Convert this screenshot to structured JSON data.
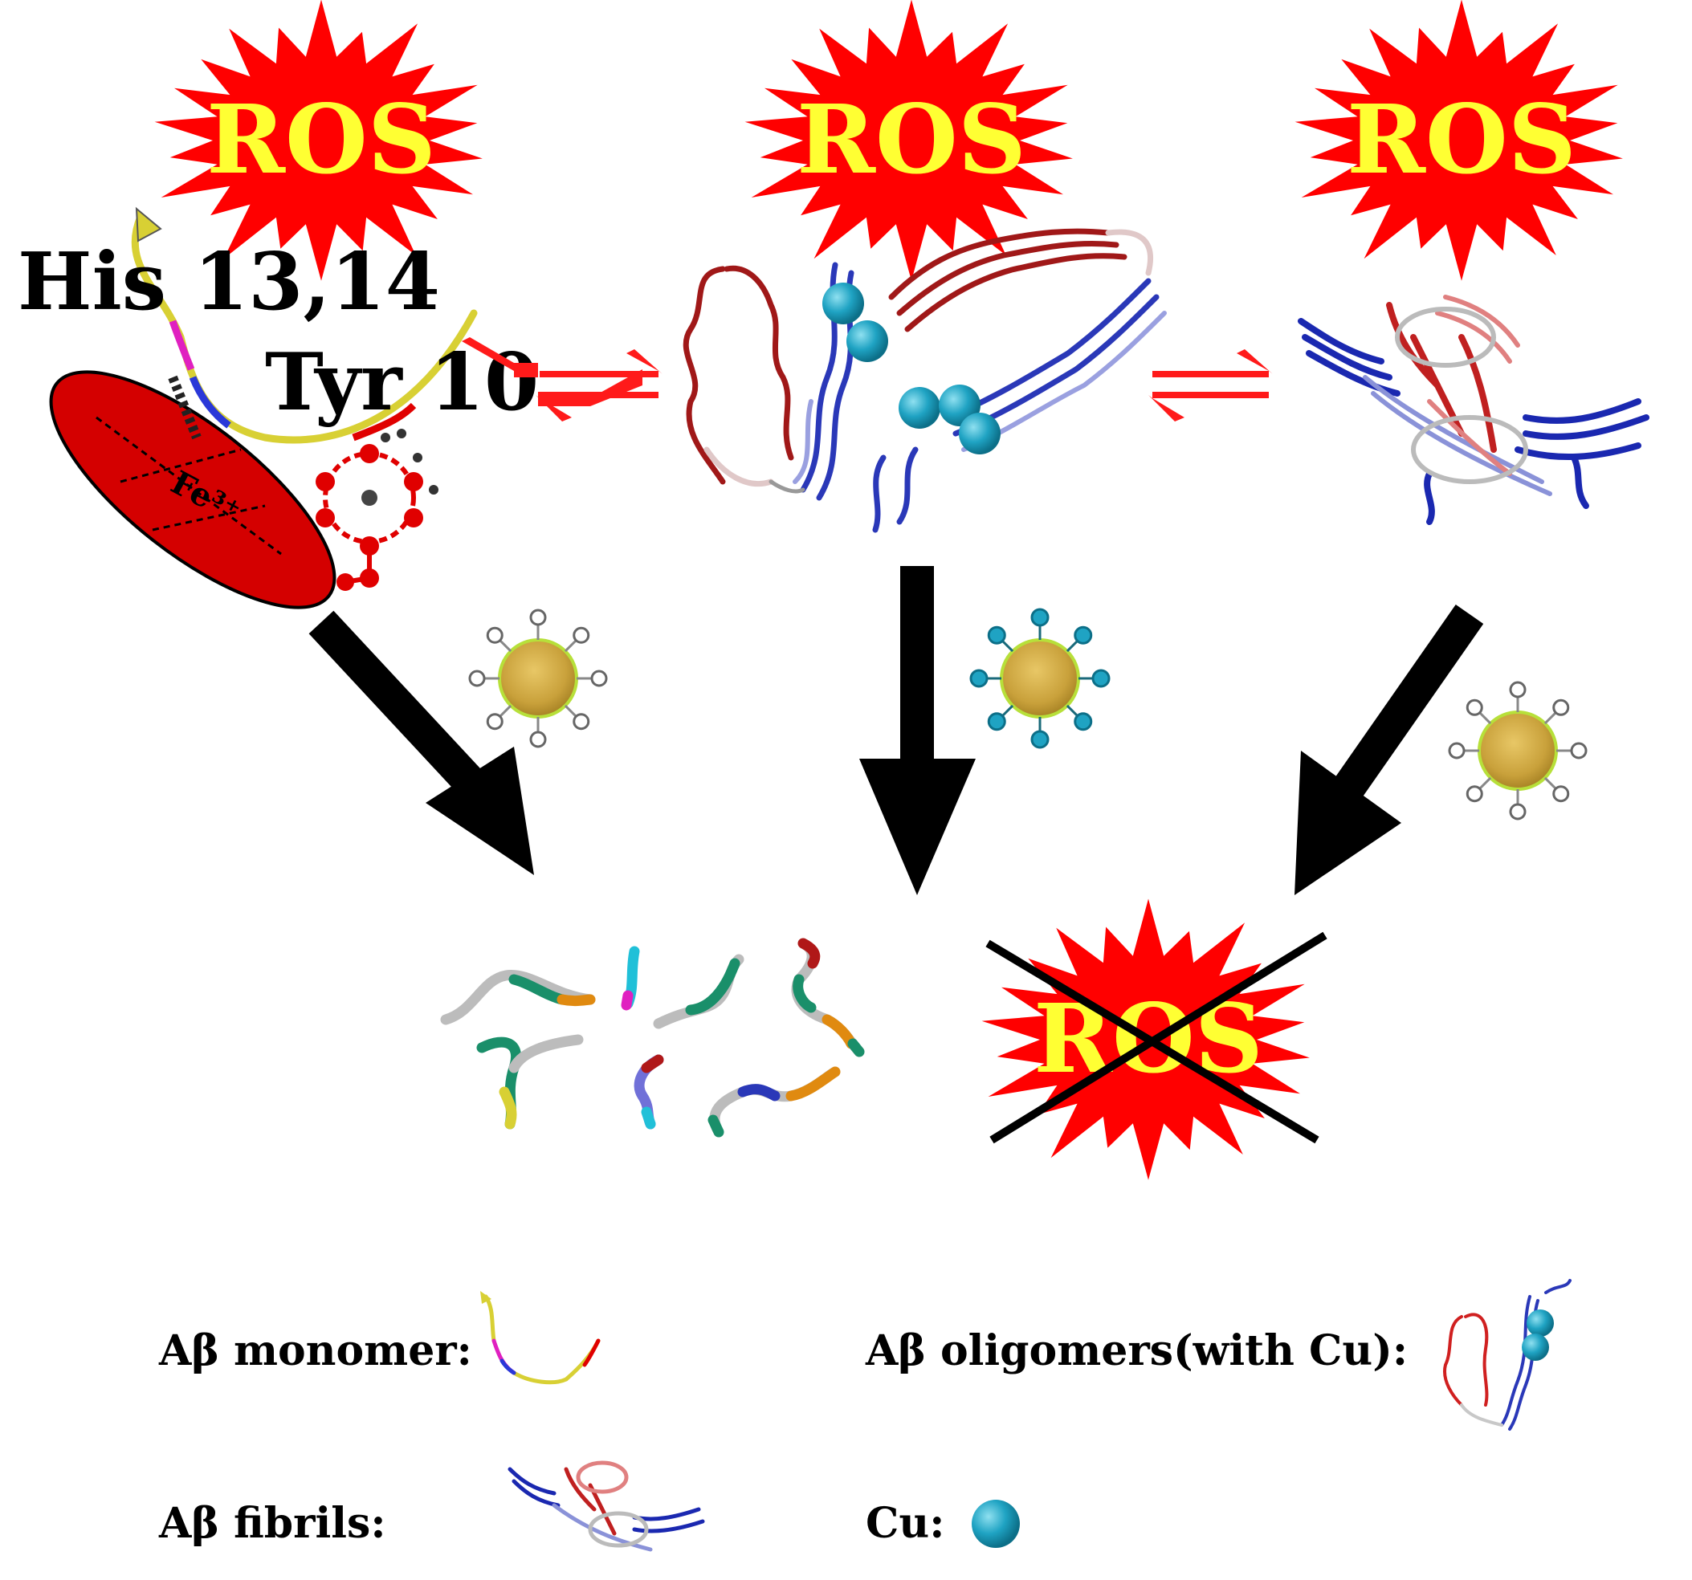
{
  "colors": {
    "burst": "#ff0000",
    "ros_text": "#ffff33",
    "fe_ellipse": "#d40000",
    "arrow": "#000000",
    "equilibrium": "#ff1a1a",
    "cu": "#1fa3c3",
    "gold_np": "#c9a13b",
    "np_ring": "#b7e03a",
    "oligomer_red": "#a01818",
    "oligomer_blue": "#2a38b8",
    "monomer_yellow": "#d8d034"
  },
  "stages": {
    "monomer": {
      "ros": "ROS",
      "his_label": "His 13,14",
      "tyr_label": "Tyr 10",
      "fe_label": "Fe³⁺"
    },
    "oligomer": {
      "ros": "ROS"
    },
    "fibril": {
      "ros": "ROS"
    }
  },
  "result": {
    "ros_crossed": "ROS"
  },
  "legend": {
    "monomer": "Aβ monomer:",
    "oligomer": "Aβ oligomers(with Cu):",
    "fibrils": "Aβ fibrils:",
    "cu": "Cu:"
  },
  "icons": {
    "ros_burst": "starburst-shape",
    "equilibrium": "equilibrium-harpoon-arrows",
    "nanoparticle": "gold-nanoparticle-with-ligands",
    "cu": "cu-sphere",
    "cross": "x-cross-mark"
  }
}
